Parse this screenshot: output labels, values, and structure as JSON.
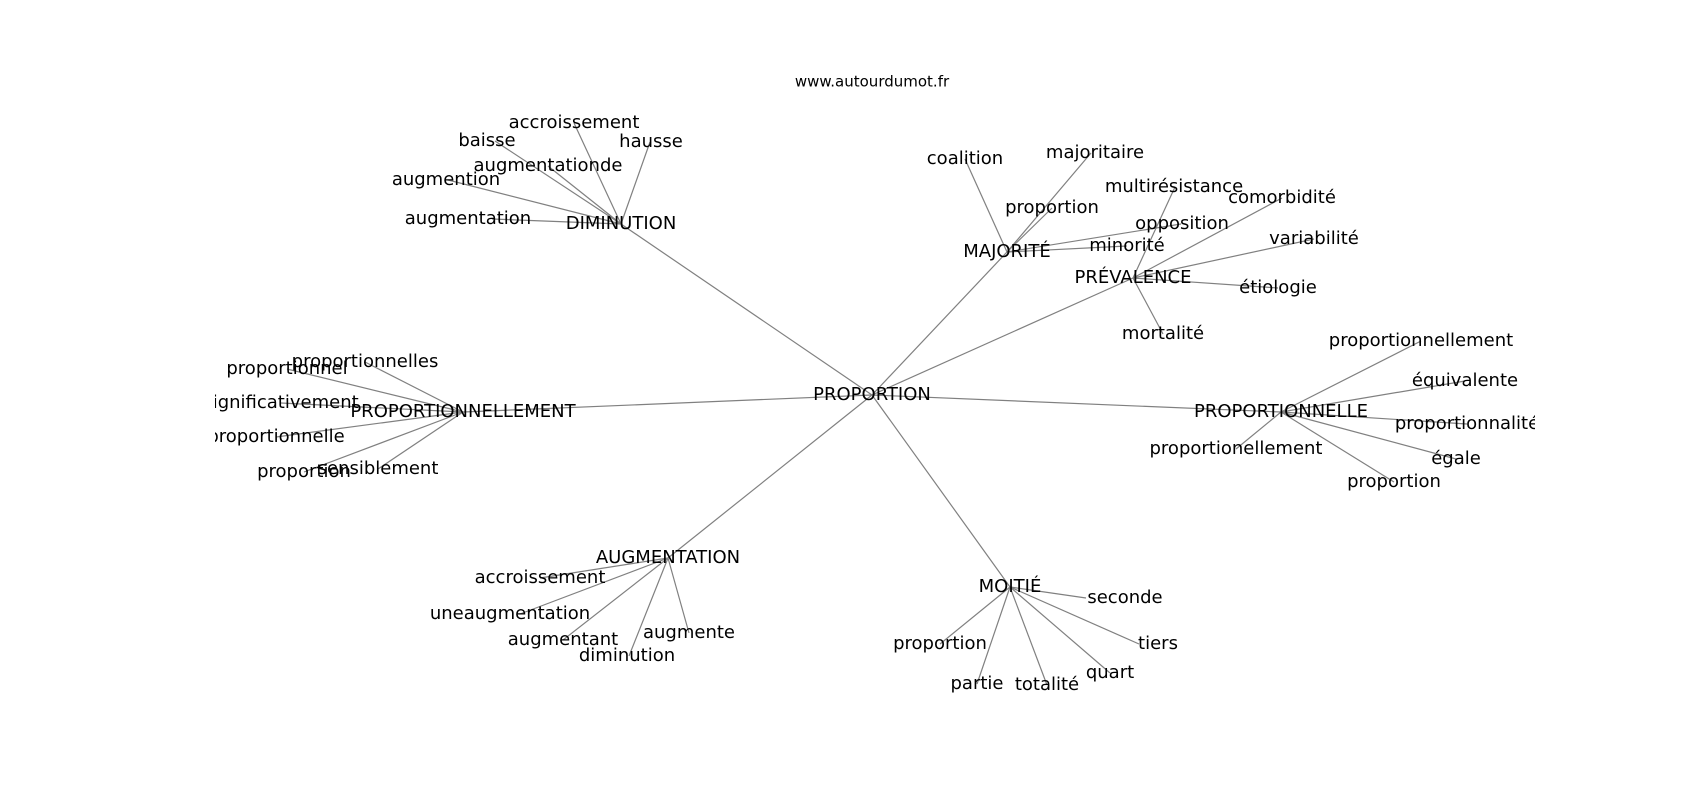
{
  "site": "www.autourdumot.fr",
  "center": "PROPORTION",
  "hubs": [
    {
      "id": "diminution",
      "label": "DIMINUTION",
      "leaves": [
        "accroissement",
        "hausse",
        "baisse",
        "augmentationde",
        "augmention",
        "augmentation"
      ]
    },
    {
      "id": "majorite",
      "label": "MAJORITÉ",
      "leaves": [
        "coalition",
        "majoritaire",
        "proportion",
        "minorité",
        "opposition"
      ]
    },
    {
      "id": "prevalence",
      "label": "PRÉVALENCE",
      "leaves": [
        "multirésistance",
        "comorbidité",
        "variabilité",
        "étiologie",
        "mortalité"
      ]
    },
    {
      "id": "proportionnellement",
      "label": "PROPORTIONNELLEMENT",
      "leaves": [
        "proportionnelles",
        "proportionnel",
        "significativement",
        "proportionnelle",
        "sensiblement",
        "proportion"
      ]
    },
    {
      "id": "proportionnelle",
      "label": "PROPORTIONNELLE",
      "leaves": [
        "proportionnellement",
        "équivalente",
        "proportionnalité",
        "égale",
        "proportion",
        "proportionellement"
      ]
    },
    {
      "id": "augmentation",
      "label": "AUGMENTATION",
      "leaves": [
        "accroissement",
        "uneaugmentation",
        "augmentant",
        "augmente",
        "diminution"
      ]
    },
    {
      "id": "moitie",
      "label": "MOITIÉ",
      "leaves": [
        "seconde",
        "tiers",
        "quart",
        "totalité",
        "partie",
        "proportion"
      ]
    }
  ]
}
